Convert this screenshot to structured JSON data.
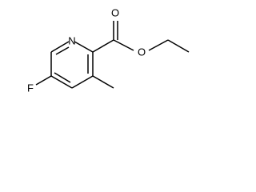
{
  "molecule": {
    "atoms": {
      "nitrogen": "N",
      "fluorine": "F",
      "carbonyl_oxygen": "O",
      "ester_oxygen": "O"
    },
    "colors": {
      "bond": "#000000",
      "label": "#000000",
      "background": "#ffffff"
    }
  }
}
